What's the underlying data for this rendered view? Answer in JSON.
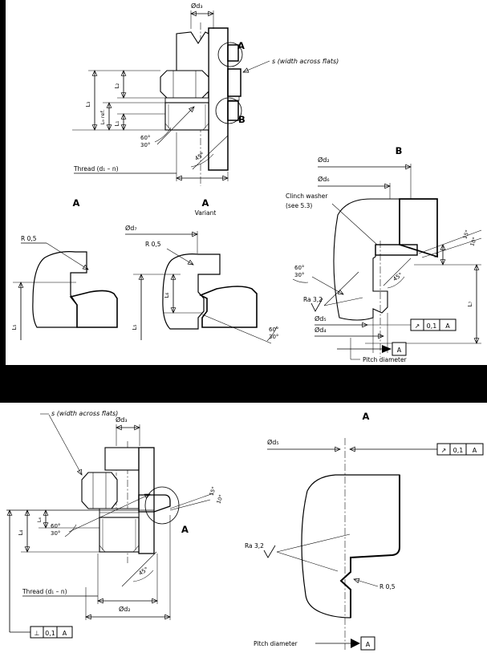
{
  "colors": {
    "ink": "#000000",
    "paper": "#ffffff",
    "separator_band": "#000000"
  },
  "top_panel": {
    "main_view": {
      "d3": "Ød₃",
      "callout_a": "A",
      "s_label": "s (width across flats)",
      "callout_b": "B",
      "l3": "L₃",
      "l2": "L₂",
      "l9_ref": "L₉ ref.",
      "l1": "L₁",
      "angle_major": "60°",
      "angle_minor": "30°",
      "angle_chamfer": "45°",
      "thread_label": "Thread (d₁ – n)"
    },
    "detail_a": {
      "title": "A",
      "radius_label": "R 0,5",
      "l5": "L₅"
    },
    "detail_a_variant": {
      "title": "A",
      "subtitle": "Variant",
      "d7": "Ød₇",
      "radius_label": "R 0,5",
      "l6": "L₆",
      "l5": "L₅",
      "angle_major": "60°",
      "angle_minor": "30°"
    },
    "detail_b": {
      "title": "B",
      "d2": "Ød₂",
      "d6": "Ød₆",
      "washer_note_1": "Clinch washer",
      "washer_note_2": "(see 5.3)",
      "angle_15": "15°",
      "angle_10": "10°",
      "l8": "L₈",
      "l7": "L₇",
      "angle_major": "60°",
      "angle_minor": "30°",
      "surface_label": "Ra 3,2",
      "angle_chamfer": "45°",
      "d5": "Ød₅",
      "d4": "Ød₄",
      "runout_frame": {
        "symbol": "↗",
        "tolerance": "0,1",
        "datum": "A"
      },
      "datum_flag": "A",
      "pitch_label": "Pitch diameter"
    }
  },
  "bottom_panel": {
    "main_view": {
      "s_label": "s (width across flats)",
      "d3": "Ød₃",
      "angle_15": "15°",
      "angle_10": "10°",
      "callout_a": "A",
      "l6": "L₆",
      "l4": "L₄",
      "angle_major": "60°",
      "angle_minor": "30°",
      "angle_chamfer": "45°",
      "thread_label": "Thread (d₁ – n)",
      "d2": "Ød₂",
      "perpendicularity_frame": {
        "symbol": "⊥",
        "tolerance": "0,1",
        "datum": "A"
      }
    },
    "detail_a": {
      "title": "A",
      "d5": "Ød₅",
      "runout_frame": {
        "symbol": "↗",
        "tolerance": "0,1",
        "datum": "A"
      },
      "surface_label": "Ra 3,2",
      "radius_label": "R 0,5",
      "pitch_label": "Pitch diameter",
      "datum_flag": "A"
    }
  }
}
